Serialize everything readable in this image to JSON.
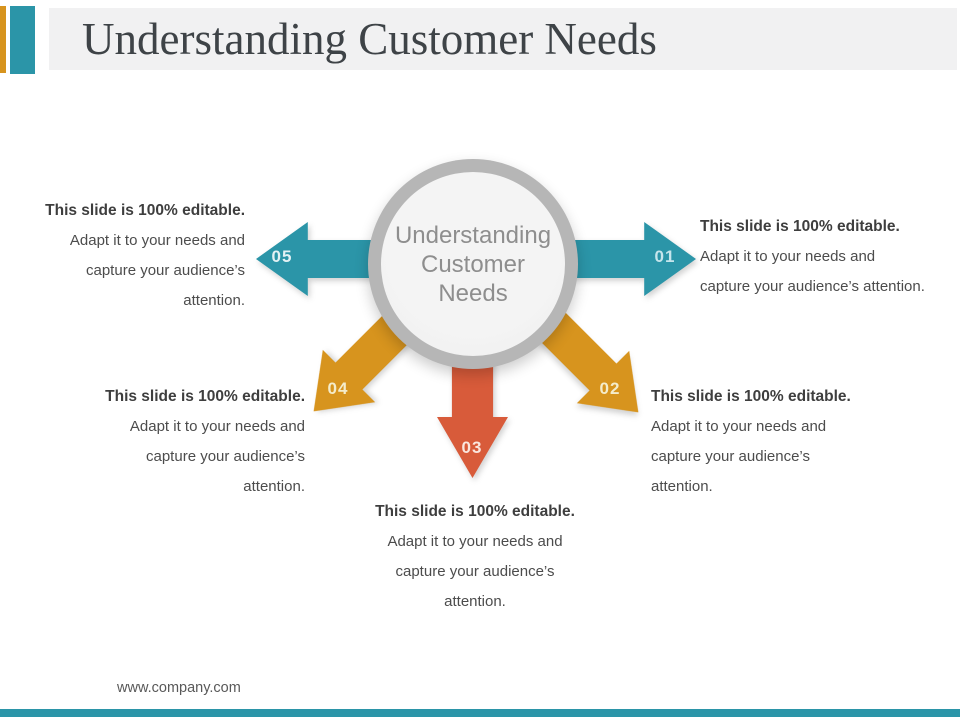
{
  "header": {
    "title": "Understanding Customer Needs"
  },
  "hub": {
    "line1": "Understanding",
    "line2": "Customer",
    "line3": "Needs"
  },
  "steps": {
    "s01": {
      "number": "01",
      "heading": "This slide is 100% editable.",
      "lines": [
        "Adapt it to your needs and",
        "capture your audience’s attention."
      ]
    },
    "s02": {
      "number": "02",
      "heading": "This slide is 100% editable.",
      "lines": [
        "Adapt it to your needs and",
        "capture your audience’s",
        "attention."
      ]
    },
    "s03": {
      "number": "03",
      "heading": "This slide is 100% editable.",
      "lines": [
        "Adapt it to your needs and",
        "capture your audience’s",
        "attention."
      ]
    },
    "s04": {
      "number": "04",
      "heading": "This slide is 100% editable.",
      "lines": [
        "Adapt it to your needs and",
        "capture your audience’s",
        "attention."
      ]
    },
    "s05": {
      "number": "05",
      "heading": "This slide is 100% editable.",
      "lines": [
        "Adapt it to your needs and",
        "capture your audience’s",
        "attention."
      ]
    }
  },
  "footer": {
    "url": "www.company.com"
  },
  "colors": {
    "teal": "#2B95A8",
    "gold": "#D7941E",
    "rust": "#D85B3A",
    "ring_gray": "#B6B6B6",
    "panel_gray": "#F1F1F2"
  }
}
